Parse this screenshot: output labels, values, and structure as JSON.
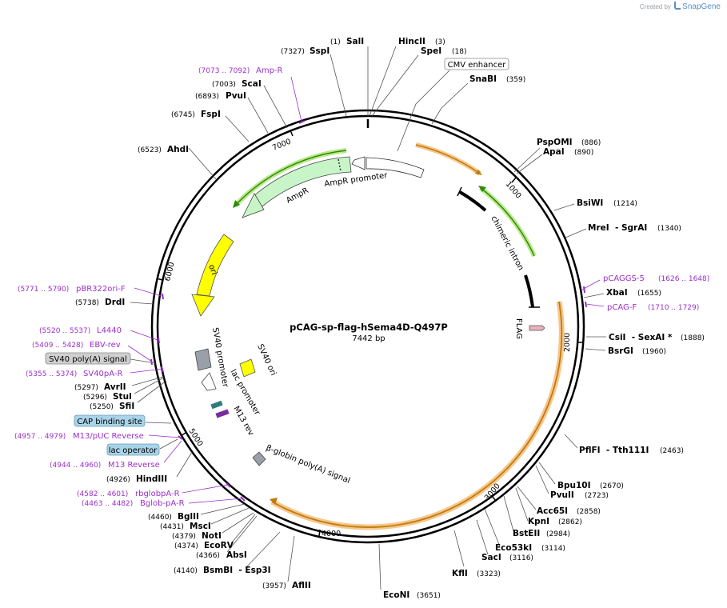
{
  "credit": {
    "prefix": "Created by",
    "brand": "SnapGene"
  },
  "plasmid": {
    "name": "pCAG-sp-flag-hSema4D-Q497P",
    "length": "7442 bp"
  },
  "ticks": [
    "1000",
    "2000",
    "3000",
    "4000",
    "5000",
    "6000",
    "7000"
  ],
  "sites": [
    {
      "name": "SalI",
      "pos": "(1)"
    },
    {
      "name": "SspI",
      "pos": "(7327)"
    },
    {
      "name": "HincII",
      "pos": "(3)"
    },
    {
      "name": "SpeI",
      "pos": "(18)"
    },
    {
      "name": "SnaBI",
      "pos": "(359)"
    },
    {
      "name": "PspOMI",
      "pos": "(886)"
    },
    {
      "name": "ApaI",
      "pos": "(890)"
    },
    {
      "name": "BsiWI",
      "pos": "(1214)"
    },
    {
      "name": "MreI  - SgrAI",
      "pos": "(1340)"
    },
    {
      "name": "XbaI",
      "pos": "(1655)"
    },
    {
      "name": "CsiI  - SexAI *",
      "pos": "(1888)"
    },
    {
      "name": "BsrGI",
      "pos": "(1960)"
    },
    {
      "name": "PflFI  - Tth111I",
      "pos": "(2463)"
    },
    {
      "name": "Bpu10I",
      "pos": "(2670)"
    },
    {
      "name": "PvuII",
      "pos": "(2723)"
    },
    {
      "name": "Acc65I",
      "pos": "(2858)"
    },
    {
      "name": "KpnI",
      "pos": "(2862)"
    },
    {
      "name": "BstEII",
      "pos": "(2984)"
    },
    {
      "name": "Eco53kI",
      "pos": "(3114)"
    },
    {
      "name": "SacI",
      "pos": "(3116)"
    },
    {
      "name": "KflI",
      "pos": "(3323)"
    },
    {
      "name": "EcoNI",
      "pos": "(3651)"
    },
    {
      "name": "AflII",
      "pos": "(3957)"
    },
    {
      "name": "BsmBI  - Esp3I",
      "pos": "(4140)"
    },
    {
      "name": "AbsI",
      "pos": "(4366)"
    },
    {
      "name": "EcoRV",
      "pos": "(4374)"
    },
    {
      "name": "NotI",
      "pos": "(4379)"
    },
    {
      "name": "MscI",
      "pos": "(4431)"
    },
    {
      "name": "BglII",
      "pos": "(4460)"
    },
    {
      "name": "HindIII",
      "pos": "(4926)"
    },
    {
      "name": "SfiI",
      "pos": "(5250)"
    },
    {
      "name": "StuI",
      "pos": "(5296)"
    },
    {
      "name": "AvrII",
      "pos": "(5297)"
    },
    {
      "name": "DrdI",
      "pos": "(5738)"
    },
    {
      "name": "AhdI",
      "pos": "(6523)"
    },
    {
      "name": "FspI",
      "pos": "(6745)"
    },
    {
      "name": "PvuI",
      "pos": "(6893)"
    },
    {
      "name": "ScaI",
      "pos": "(7003)"
    }
  ],
  "primers": [
    {
      "name": "Amp-R",
      "range": "(7073 .. 7092)"
    },
    {
      "name": "pCAGGS-5",
      "range": "(1626 .. 1648)"
    },
    {
      "name": "pCAG-F",
      "range": "(1710 .. 1729)"
    },
    {
      "name": "pBR322ori-F",
      "range": "(5771 .. 5790)"
    },
    {
      "name": "L4440",
      "range": "(5520 .. 5537)"
    },
    {
      "name": "EBV-rev",
      "range": "(5409 .. 5428)"
    },
    {
      "name": "SV40pA-R",
      "range": "(5355 .. 5374)"
    },
    {
      "name": "M13/pUC Reverse",
      "range": "(4957 .. 4979)"
    },
    {
      "name": "M13 Reverse",
      "range": "(4944 .. 4960)"
    },
    {
      "name": "rbglobpA-R",
      "range": "(4582 .. 4601)"
    },
    {
      "name": "Bglob-pA-R",
      "range": "(4463 .. 4482)"
    }
  ],
  "boxed_labels": [
    "CMV enhancer",
    "SV40 poly(A) signal",
    "CAP binding site",
    "lac operator"
  ],
  "features": [
    "AmpR promoter",
    "AmpR",
    "ori",
    "chimeric intron",
    "FLAG",
    "SV40 promoter",
    "SV40 ori",
    "lac promoter",
    "M13 rev",
    "β-globin poly(A) signal"
  ],
  "colors": {
    "primer": "#9b30c9",
    "ampr": "#c8f5c8",
    "ori": "#ffff00",
    "orf_glow": "#f7c78a",
    "orf_line": "#c07a10",
    "green_line": "#2e8b00",
    "green_glow": "#b9e88c",
    "boxed_blue": "#a9d3e8",
    "boxed_gray": "#d0d0d0",
    "promoter_gray": "#9aa0a8"
  }
}
